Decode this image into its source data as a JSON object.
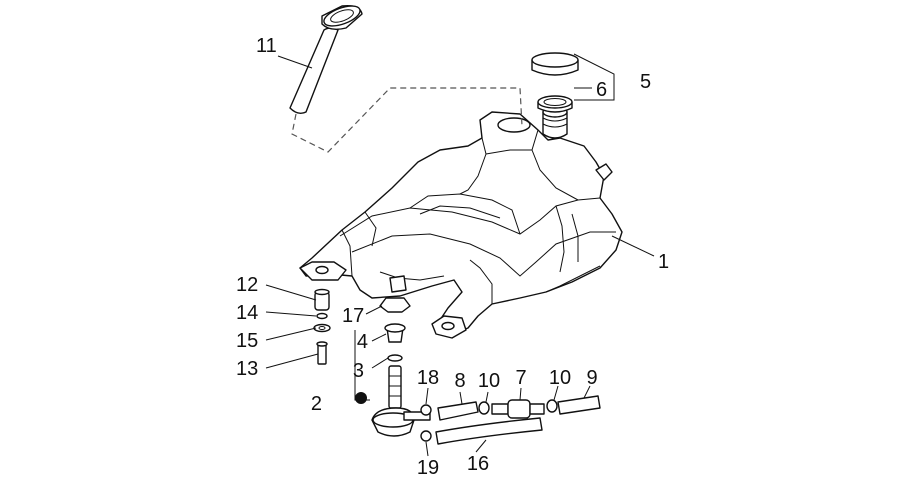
{
  "figure": {
    "callouts": [
      "1",
      "2",
      "3",
      "4",
      "5",
      "6",
      "7",
      "8",
      "9",
      "10",
      "10",
      "11",
      "12",
      "13",
      "14",
      "15",
      "16",
      "17",
      "18",
      "19"
    ]
  }
}
